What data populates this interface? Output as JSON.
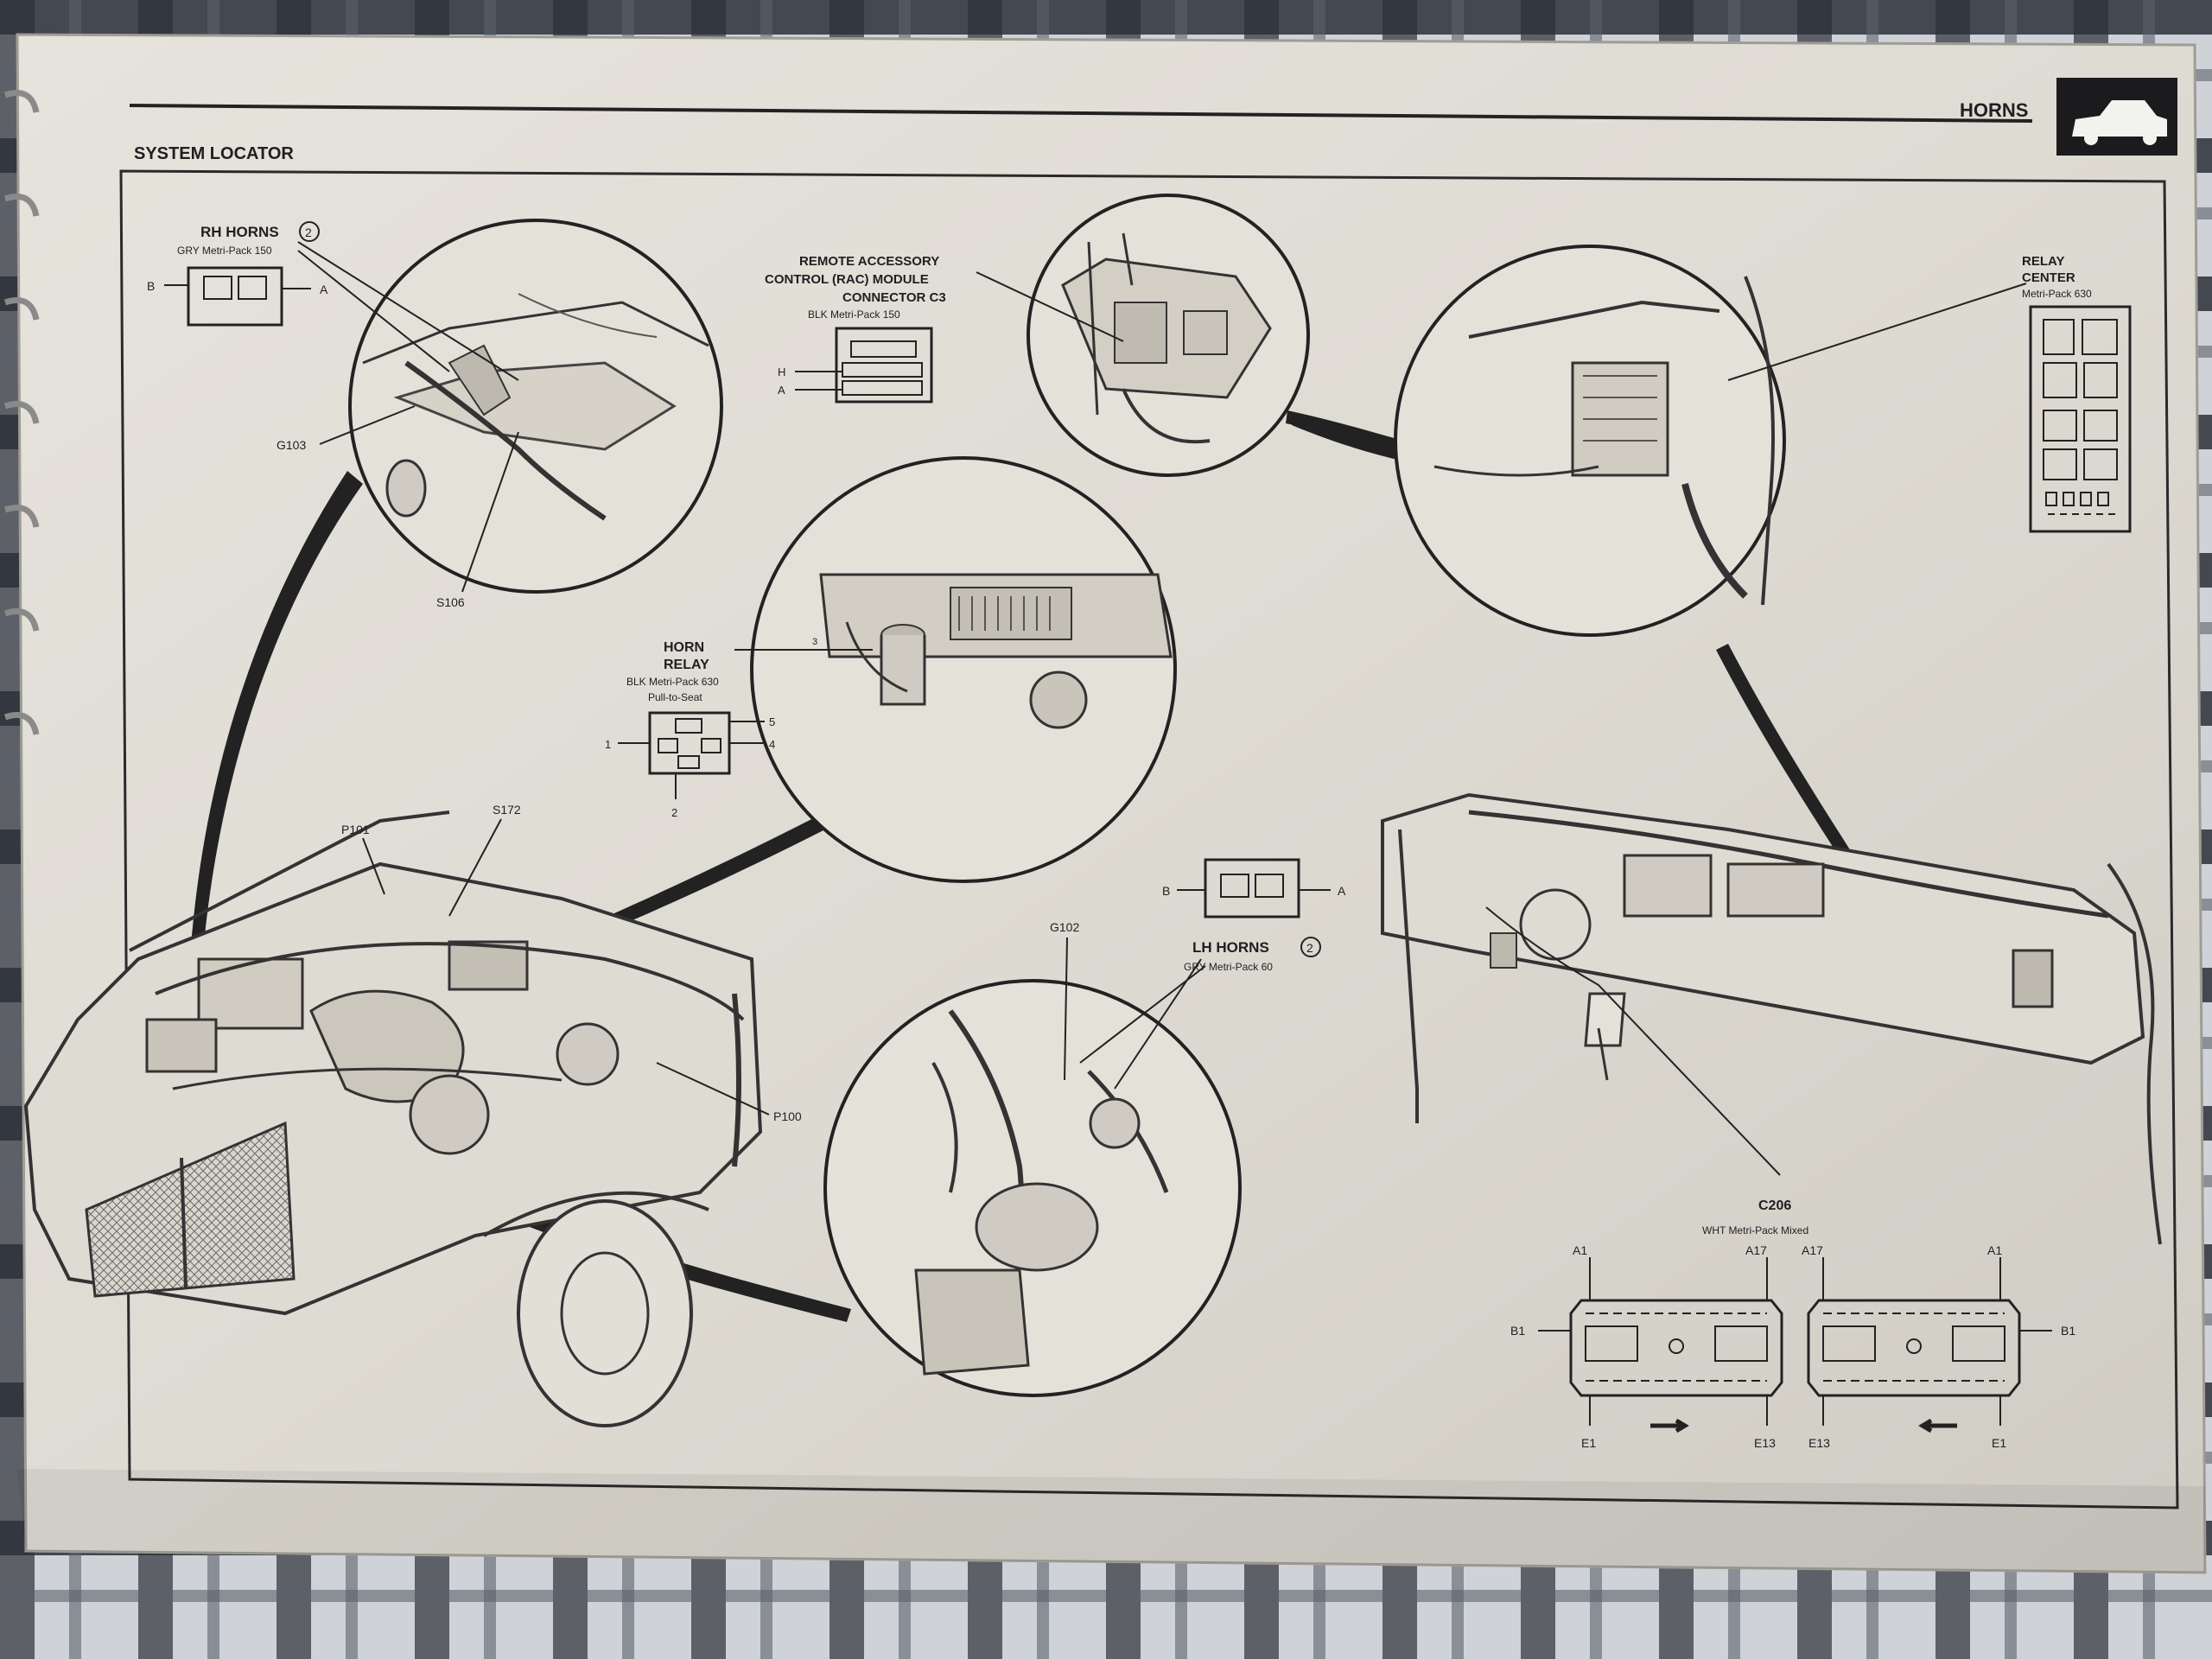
{
  "header": {
    "title": "HORNS",
    "section": "SYSTEM LOCATOR"
  },
  "rh_horns": {
    "name": "RH HORNS",
    "note": "2",
    "connector": "GRY Metri-Pack 150",
    "pin_b": "B",
    "pin_a": "A"
  },
  "rh_callouts": {
    "ground": "G103",
    "splice": "S106"
  },
  "rac_module": {
    "line1": "REMOTE ACCESSORY",
    "line2": "CONTROL (RAC) MODULE",
    "line3": "CONNECTOR C3",
    "connector": "BLK Metri-Pack 150",
    "pin_h": "H",
    "pin_a": "A"
  },
  "relay_center": {
    "line1": "RELAY",
    "line2": "CENTER",
    "connector": "Metri-Pack 630"
  },
  "horn_relay": {
    "line1": "HORN",
    "line2": "RELAY",
    "connector": "BLK Metri-Pack 630",
    "type": "Pull-to-Seat",
    "pin_1": "1",
    "pin_2": "2",
    "pin_4": "4",
    "pin_5": "5",
    "pin_3": "3"
  },
  "engine_callouts": {
    "p101": "P101",
    "s172": "S172",
    "p100": "P100"
  },
  "lh_horns": {
    "name": "LH HORNS",
    "note": "2",
    "connector": "GRY Metri-Pack 60",
    "pin_b": "B",
    "pin_a": "A"
  },
  "lh_callouts": {
    "ground": "G102"
  },
  "c206": {
    "name": "C206",
    "connector": "WHT Metri-Pack Mixed",
    "left": {
      "top_left": "A1",
      "top_right": "A17",
      "side": "B1",
      "bottom_left": "E1",
      "bottom_right": "E13"
    },
    "right": {
      "top_left": "A17",
      "top_right": "A1",
      "side": "B1",
      "bottom_left": "E13",
      "bottom_right": "E1"
    }
  }
}
